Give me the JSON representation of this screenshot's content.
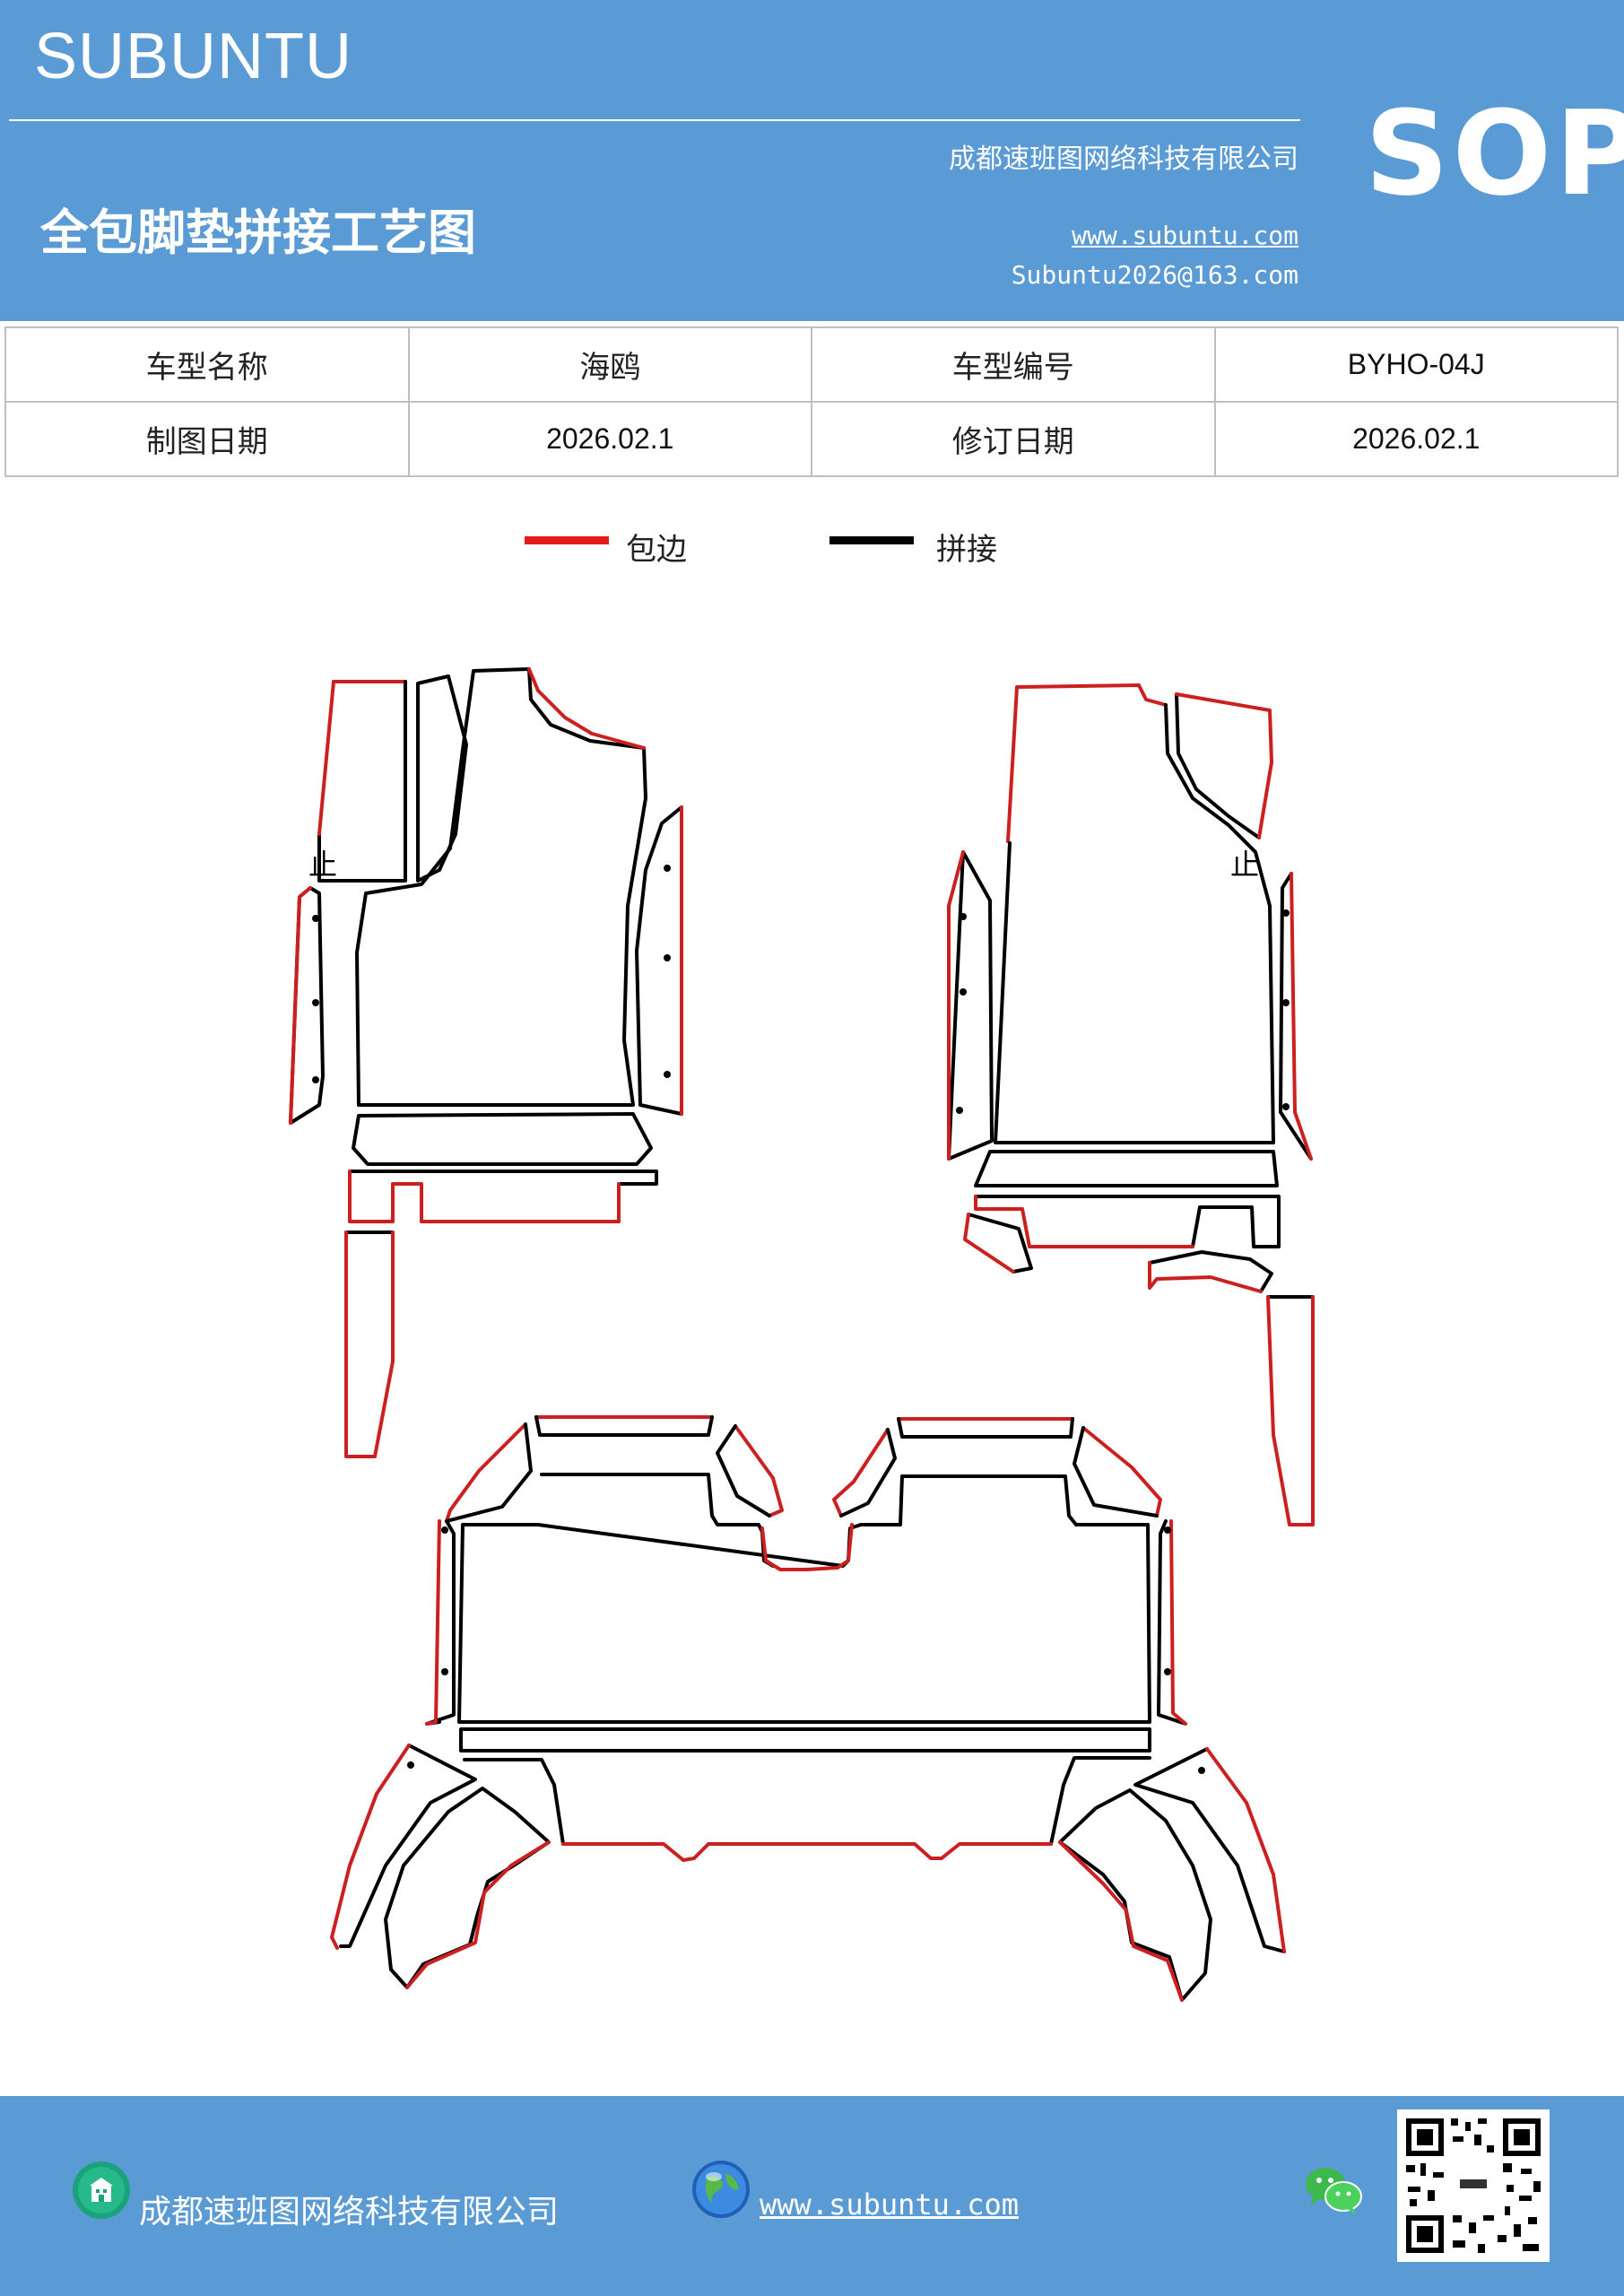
{
  "header": {
    "brand": "SUBUNTU",
    "doc_title": "全包脚垫拼接工艺图",
    "company": "成都速班图网络科技有限公司",
    "website": "www.subuntu.com",
    "email": "Subuntu2026@163.com",
    "badge": "SOP"
  },
  "info_table": {
    "rows": [
      [
        "车型名称",
        "海鸥",
        "车型编号",
        "BYHO-04J"
      ],
      [
        "制图日期",
        "2026.02.1",
        "修订日期",
        "2026.02.1"
      ]
    ]
  },
  "legend": {
    "items": [
      {
        "label": "包边",
        "color": "#e31b1b"
      },
      {
        "label": "拼接",
        "color": "#000000"
      }
    ]
  },
  "drawing": {
    "stop_mark": "止",
    "stroke_colors": {
      "edge": "#cc2020",
      "seam": "#000000"
    }
  },
  "footer": {
    "company": "成都速班图网络科技有限公司",
    "website": "www.subuntu.com ",
    "icons": [
      "building-icon",
      "globe-icon",
      "wechat-icon",
      "qr-code"
    ]
  }
}
